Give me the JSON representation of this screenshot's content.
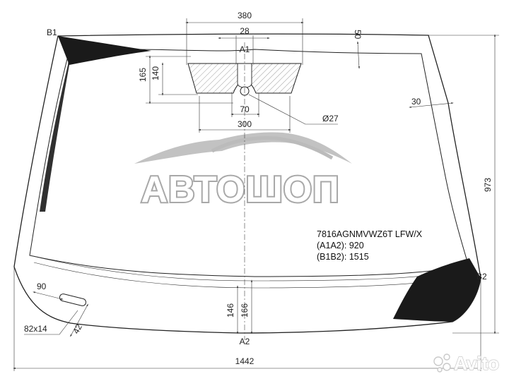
{
  "title": "",
  "dimensions": {
    "width_top_bracket": "380",
    "bracket_small": "28",
    "height_165": "165",
    "height_140": "140",
    "bracket_bottom_small": "70",
    "bracket_bottom_wide": "300",
    "hole_diameter": "Ø27",
    "top_band": "50",
    "side_band": "30",
    "overall_height": "973",
    "bottom_146": "146",
    "bottom_166": "166",
    "overall_width": "1442",
    "side_90": "90",
    "label_size": "82x14",
    "edge_42": "42"
  },
  "points": {
    "a1": "A1",
    "a2": "A2",
    "b1": "B1",
    "b2": "B2"
  },
  "part": {
    "code": "7816AGNMVWZ6T LFW/X",
    "a1a2": "(A1A2): 920",
    "b1b2": "(B1B2): 1515"
  },
  "logo": {
    "text": "АВТОШОП"
  },
  "watermark": {
    "text": "Avito"
  },
  "colors": {
    "line": "#222222",
    "hatch": "#888888",
    "logo_stroke": "#9a9a9a",
    "ceramic_band": "#1a1a1a"
  }
}
